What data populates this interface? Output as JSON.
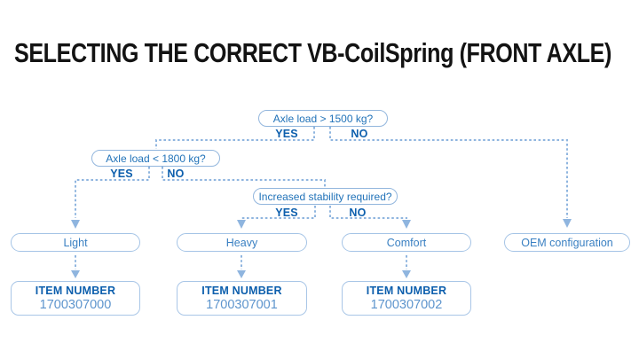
{
  "title": "SELECTING THE CORRECT VB-CoilSpring (FRONT AXLE)",
  "colors": {
    "title_text": "#131313",
    "box_border": "#a5c4e6",
    "decision_text": "#2273b9",
    "branch_label_text": "#0d5fad",
    "item_number_text": "#5e95cd",
    "dashed_line": "#8fb5df"
  },
  "flow": {
    "decisions": [
      {
        "label": "Axle load > 1500 kg?",
        "yes": "YES",
        "no": "NO"
      },
      {
        "label": "Axle load < 1800 kg?",
        "yes": "YES",
        "no": "NO"
      },
      {
        "label": "Increased stability required?",
        "yes": "YES",
        "no": "NO"
      }
    ],
    "results": [
      {
        "label": "Light"
      },
      {
        "label": "Heavy"
      },
      {
        "label": "Comfort"
      },
      {
        "label": "OEM configuration"
      }
    ],
    "items": [
      {
        "heading": "ITEM NUMBER",
        "number": "1700307000"
      },
      {
        "heading": "ITEM NUMBER",
        "number": "1700307001"
      },
      {
        "heading": "ITEM NUMBER",
        "number": "1700307002"
      }
    ]
  }
}
